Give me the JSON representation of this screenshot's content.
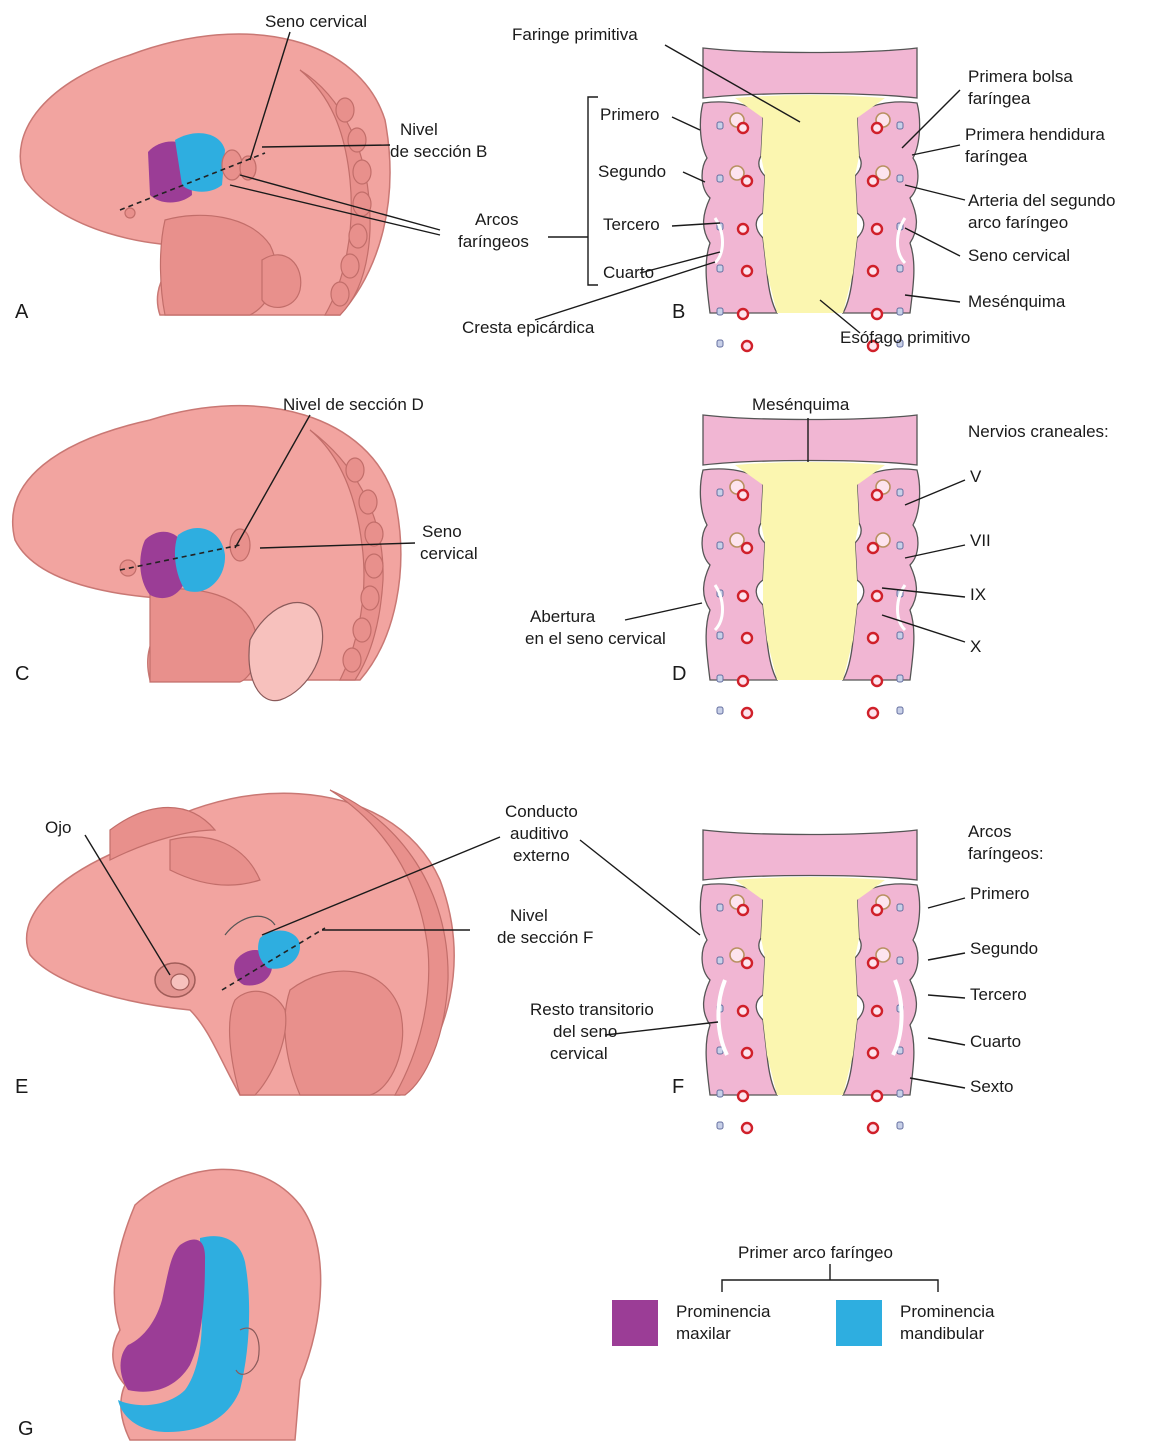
{
  "colors": {
    "maxillary": "#9b3d96",
    "mandibular": "#2eaee0",
    "embryo_skin": "#f2a4a0",
    "section_tissue": "#f1b6d3",
    "pharynx_lumen": "#fbf6b0",
    "artery": "#d0202a"
  },
  "panel_letters": [
    "A",
    "B",
    "C",
    "D",
    "E",
    "F",
    "G"
  ],
  "panel_a": {
    "seno_cervical": "Seno cervical",
    "nivel_line1": "Nivel",
    "nivel_line2": "de sección B",
    "arcos_line1": "Arcos",
    "arcos_line2": "faríngeos"
  },
  "panel_b": {
    "faringe_primitiva": "Faringe primitiva",
    "primero": "Primero",
    "segundo": "Segundo",
    "tercero": "Tercero",
    "cuarto": "Cuarto",
    "cresta_epicardica": "Cresta epicárdica",
    "esofago_primitivo": "Esófago primitivo",
    "primera_bolsa_line1": "Primera bolsa",
    "primera_bolsa_line2": "faríngea",
    "primera_hendidura_line1": "Primera hendidura",
    "primera_hendidura_line2": "faríngea",
    "arteria_line1": "Arteria del segundo",
    "arteria_line2": "arco faríngeo",
    "seno_cervical": "Seno cervical",
    "mesenquima": "Mesénquima"
  },
  "panel_c": {
    "nivel_seccion_d": "Nivel de sección D",
    "seno_line1": "Seno",
    "seno_line2": "cervical"
  },
  "panel_d": {
    "mesenquima": "Mesénquima",
    "nervios_craneales": "Nervios craneales:",
    "nerves": [
      "V",
      "VII",
      "IX",
      "X"
    ],
    "abertura_line1": "Abertura",
    "abertura_line2": "en el seno cervical"
  },
  "panel_e": {
    "ojo": "Ojo",
    "conducto_line1": "Conducto",
    "conducto_line2": "auditivo",
    "conducto_line3": "externo",
    "nivel_line1": "Nivel",
    "nivel_line2": "de sección F"
  },
  "panel_f": {
    "arcos_line1": "Arcos",
    "arcos_line2": "faríngeos:",
    "arches": [
      "Primero",
      "Segundo",
      "Tercero",
      "Cuarto",
      "Sexto"
    ],
    "resto_line1": "Resto transitorio",
    "resto_line2": "del seno",
    "resto_line3": "cervical"
  },
  "panel_g": {
    "legend_title": "Primer arco faríngeo",
    "maxilar_line1": "Prominencia",
    "maxilar_line2": "maxilar",
    "mandibular_line1": "Prominencia",
    "mandibular_line2": "mandibular"
  }
}
